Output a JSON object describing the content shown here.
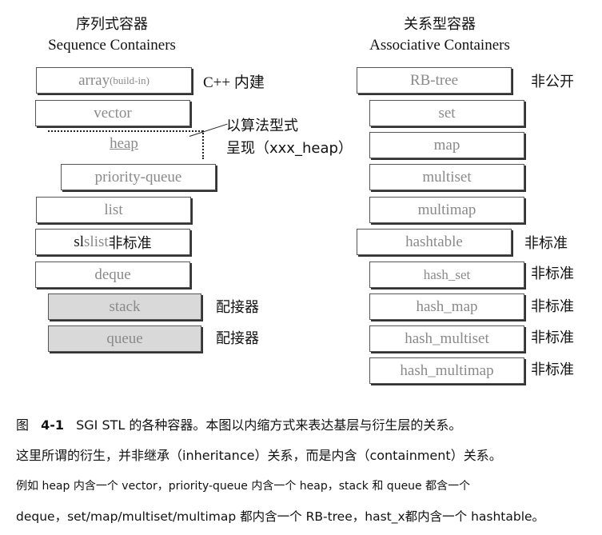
{
  "headers": {
    "sequence_zh": "序列式容器",
    "sequence_en": "Sequence Containers",
    "associative_zh": "关系型容器",
    "associative_en": "Associative Containers"
  },
  "sequence": {
    "array": "array",
    "array_suffix": "(build-in)",
    "array_note": "C++ 内建",
    "vector": "vector",
    "heap": "heap",
    "heap_note_1": "以算法型式",
    "heap_note_2": "呈现（xxx_heap）",
    "priority_queue": "priority-queue",
    "list": "list",
    "slist_prefix": "sl",
    "slist_rest": "slist",
    "slist_note": "非标准",
    "deque": "deque",
    "stack": "stack",
    "stack_note": "配接器",
    "queue": "queue",
    "queue_note": "配接器"
  },
  "associative": {
    "rb_tree": "RB-tree",
    "rb_tree_note": "非公开",
    "set": "set",
    "map": "map",
    "multiset": "multiset",
    "multimap": "multimap",
    "hashtable": "hashtable",
    "hashtable_note": "非标准",
    "hash_set": "hash_set",
    "hash_set_note": "非标准",
    "hash_map": "hash_map",
    "hash_map_note": "非标准",
    "hash_multiset": "hash_multiset",
    "hash_multiset_note": "非标准",
    "hash_multimap": "hash_multimap",
    "hash_multimap_note": "非标准"
  },
  "caption": {
    "fig_prefix": "图",
    "fig_num": "4-1",
    "line1": "SGI STL 的各种容器。本图以内缩方式来表达基层与衍生层的关系。",
    "line2": "这里所谓的衍生，并非继承（inheritance）关系，而是内含（containment）关系。",
    "line3": "例如 heap 内含一个 vector，priority-queue 内含一个 heap，stack 和 queue 都含一个",
    "line4": "deque，set/map/multiset/multimap 都内含一个 RB-tree，hast_x都内含一个 hashtable。"
  }
}
